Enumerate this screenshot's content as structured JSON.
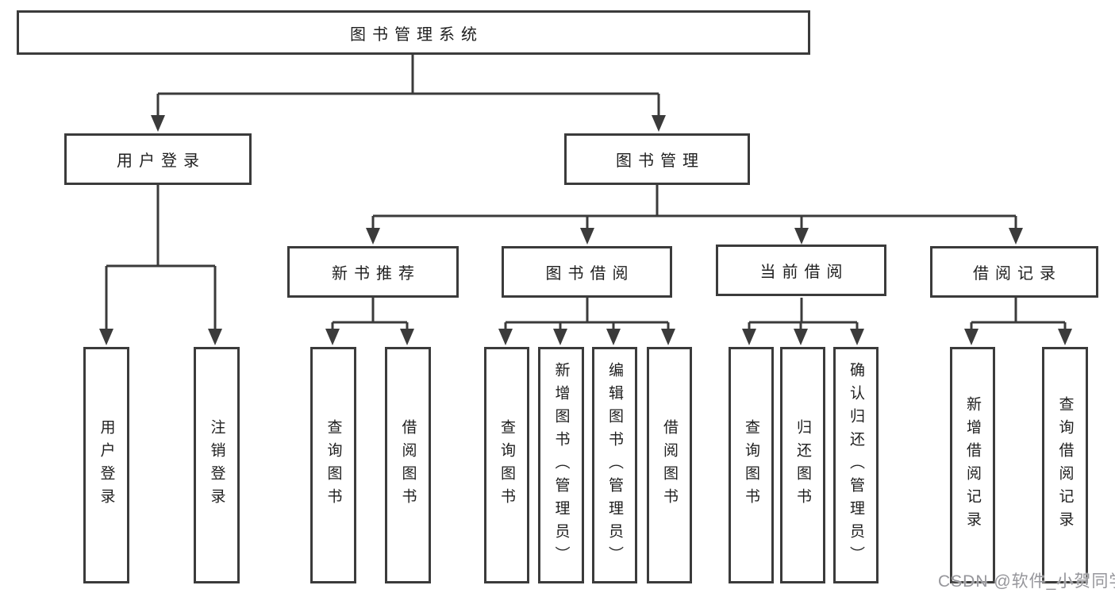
{
  "diagram": {
    "root": {
      "label": "图书管理系统"
    },
    "level2": [
      {
        "label": "用户登录"
      },
      {
        "label": "图书管理"
      }
    ],
    "level3": [
      {
        "label": "新书推荐"
      },
      {
        "label": "图书借阅"
      },
      {
        "label": "当前借阅"
      },
      {
        "label": "借阅记录"
      }
    ],
    "leaves": [
      {
        "label": "用户登录"
      },
      {
        "label": "注销登录"
      },
      {
        "label": "查询图书"
      },
      {
        "label": "借阅图书"
      },
      {
        "label": "查询图书"
      },
      {
        "label": "新增图书（管理员）"
      },
      {
        "label": "编辑图书（管理员）"
      },
      {
        "label": "借阅图书"
      },
      {
        "label": "查询图书"
      },
      {
        "label": "归还图书"
      },
      {
        "label": "确认归还（管理员）"
      },
      {
        "label": "新增借阅记录"
      },
      {
        "label": "查询借阅记录"
      }
    ],
    "watermark": "CSDN @软件_小贺同学",
    "colors": {
      "line": "#3b3b3b",
      "box_border": "#3b3b3b",
      "text": "#1f1f1f",
      "watermark": "#96969b",
      "background": "#ffffff"
    }
  }
}
